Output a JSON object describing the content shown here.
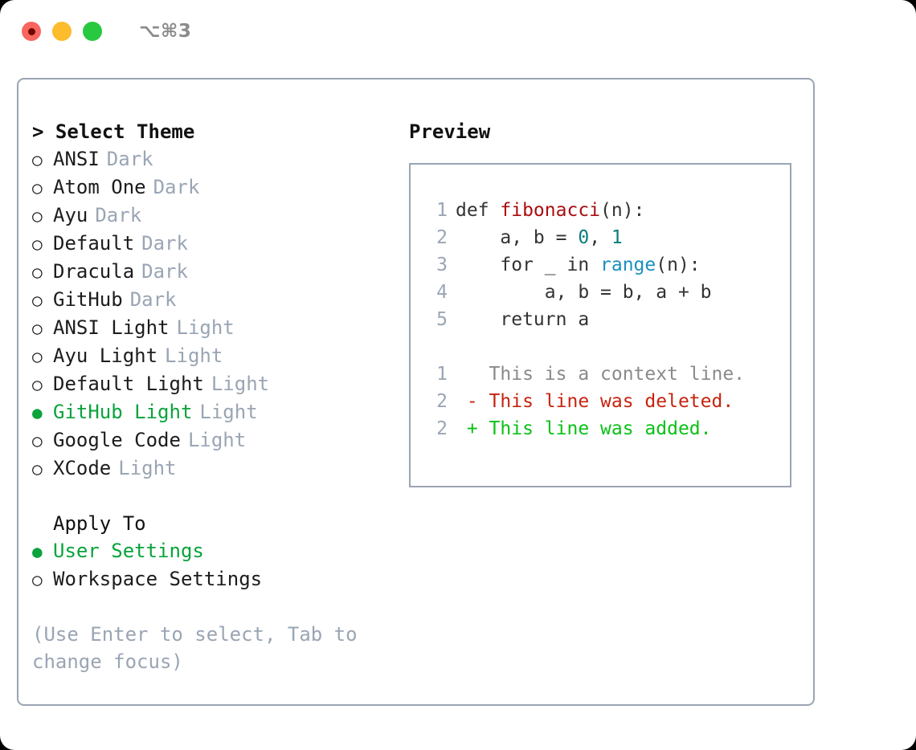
{
  "titlebar": {
    "shortcut": "⌥⌘3",
    "lights": [
      {
        "name": "close",
        "color": "#f9655f"
      },
      {
        "name": "minimize",
        "color": "#fdbc2c"
      },
      {
        "name": "maximize",
        "color": "#28c840"
      }
    ]
  },
  "theme_section": {
    "caret": ">",
    "heading": "Select Theme",
    "marker_unselected": "○",
    "marker_selected": "●",
    "items": [
      {
        "name": "ANSI",
        "variant": "Dark",
        "selected": false
      },
      {
        "name": "Atom One",
        "variant": "Dark",
        "selected": false
      },
      {
        "name": "Ayu",
        "variant": "Dark",
        "selected": false
      },
      {
        "name": "Default",
        "variant": "Dark",
        "selected": false
      },
      {
        "name": "Dracula",
        "variant": "Dark",
        "selected": false
      },
      {
        "name": "GitHub",
        "variant": "Dark",
        "selected": false
      },
      {
        "name": "ANSI Light",
        "variant": "Light",
        "selected": false
      },
      {
        "name": "Ayu Light",
        "variant": "Light",
        "selected": false
      },
      {
        "name": "Default Light",
        "variant": "Light",
        "selected": false
      },
      {
        "name": "GitHub Light",
        "variant": "Light",
        "selected": true
      },
      {
        "name": "Google Code",
        "variant": "Light",
        "selected": false
      },
      {
        "name": "XCode",
        "variant": "Light",
        "selected": false
      }
    ]
  },
  "apply_section": {
    "heading": "Apply To",
    "items": [
      {
        "name": "User Settings",
        "selected": true
      },
      {
        "name": "Workspace Settings",
        "selected": false
      }
    ]
  },
  "hint": "(Use Enter to select, Tab to change focus)",
  "preview": {
    "title": "Preview",
    "code_lines": [
      {
        "num": "1",
        "tokens": [
          {
            "text": "def ",
            "type": "plain"
          },
          {
            "text": "fibonacci",
            "type": "fn"
          },
          {
            "text": "(n):",
            "type": "plain"
          }
        ]
      },
      {
        "num": "2",
        "tokens": [
          {
            "text": "    a, b = ",
            "type": "plain"
          },
          {
            "text": "0",
            "type": "num"
          },
          {
            "text": ", ",
            "type": "plain"
          },
          {
            "text": "1",
            "type": "num"
          }
        ]
      },
      {
        "num": "3",
        "tokens": [
          {
            "text": "    for _ in ",
            "type": "plain"
          },
          {
            "text": "range",
            "type": "call"
          },
          {
            "text": "(n):",
            "type": "plain"
          }
        ]
      },
      {
        "num": "4",
        "tokens": [
          {
            "text": "        a, b = b, a + b",
            "type": "plain"
          }
        ]
      },
      {
        "num": "5",
        "tokens": [
          {
            "text": "    return a",
            "type": "plain"
          }
        ]
      }
    ],
    "diff_lines": [
      {
        "num": "1",
        "sign": " ",
        "text": " This is a context line.",
        "kind": "context"
      },
      {
        "num": "2",
        "sign": "-",
        "text": " This line was deleted.",
        "kind": "deleted"
      },
      {
        "num": "2",
        "sign": "+",
        "text": " This line was added.",
        "kind": "added"
      }
    ]
  },
  "colors": {
    "accent_green": "#0aa33c",
    "muted": "#9aa5b4",
    "border": "#9aa5b4",
    "diff_added": "#0ac116",
    "diff_deleted": "#c52410",
    "token_function": "#aa0d11",
    "token_number": "#0b7c7c",
    "token_call": "#1a8fbf"
  }
}
